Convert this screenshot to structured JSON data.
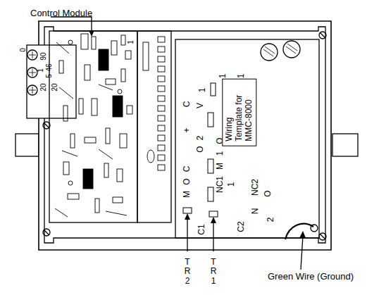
{
  "diagram": {
    "nodes": [
      {
        "text": [
          "Wiring Template for MMC-8000"
        ]
      }
    ],
    "labels": [
      "Control Module",
      "Green Wire (Ground)",
      "T R 2",
      "T R 1",
      "0",
      "90",
      "1",
      "5",
      "46",
      "20",
      "20",
      "1",
      "1",
      "1",
      "1",
      "C",
      "V",
      "+",
      "2",
      "O",
      "O",
      "1",
      "M",
      "C",
      "O",
      "M",
      "NC1",
      "1",
      "C1",
      "C2",
      "N",
      "NC2",
      "O",
      "2"
    ]
  }
}
